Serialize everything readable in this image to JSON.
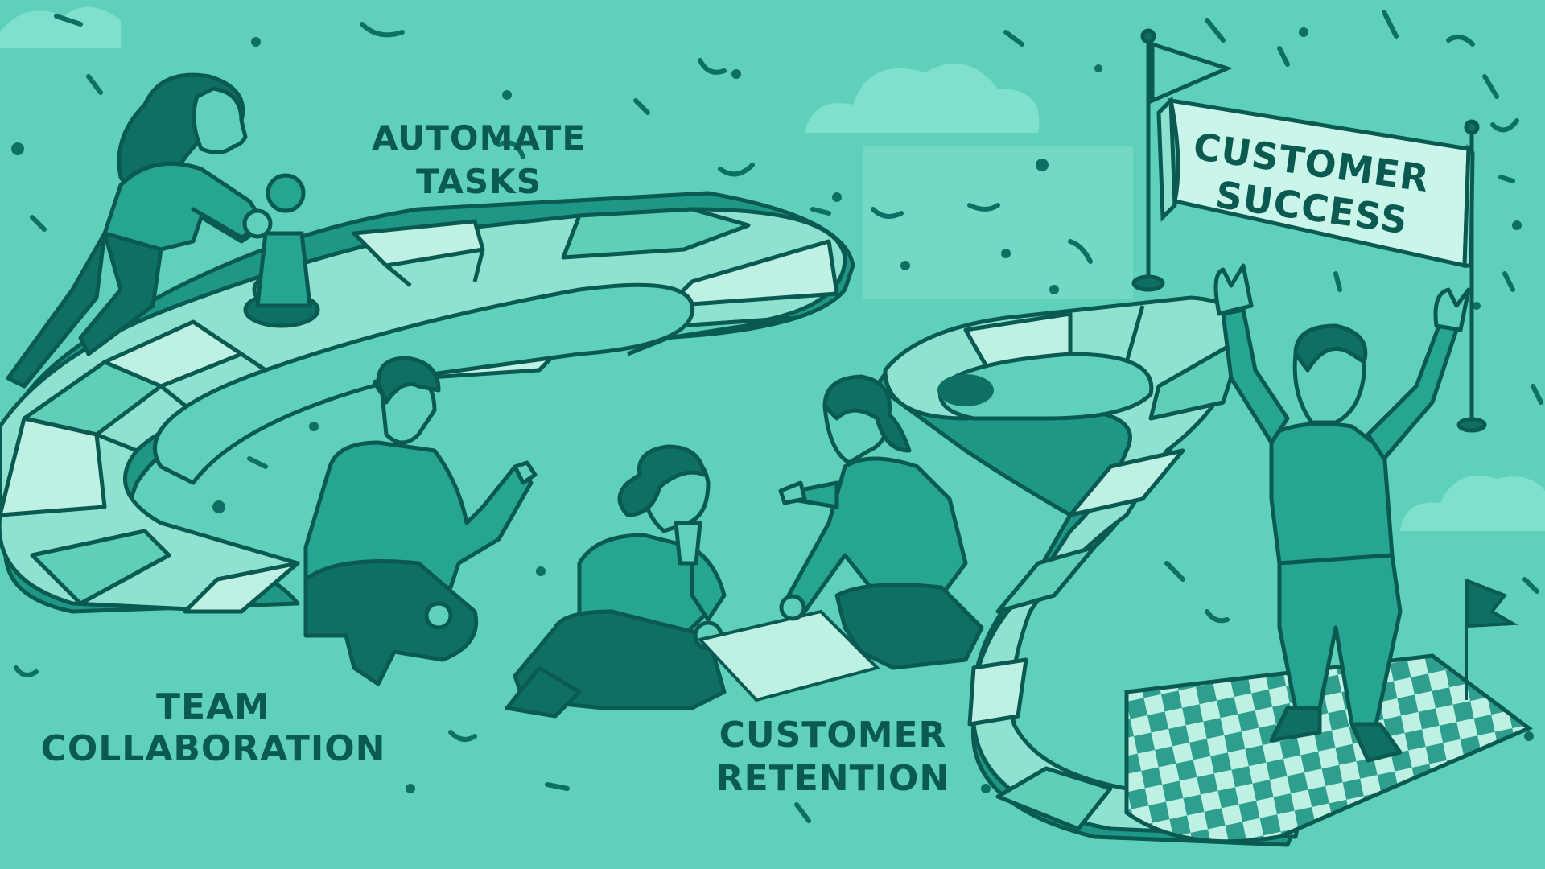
{
  "labels": {
    "automate": [
      "AUTOMATE",
      "TASKS"
    ],
    "team": [
      "TEAM",
      "COLLABORATION"
    ],
    "retention": [
      "CUSTOMER",
      "RETENTION"
    ],
    "success": [
      "CUSTOMER",
      "SUCCESS"
    ]
  },
  "colors": {
    "background": "#5fd1bb",
    "ink": "#0b5a52",
    "tile_light": "#bff0e4",
    "tile_mid": "#7ad8c6",
    "tile_dark": "#3ab5a0",
    "figure": "#26a592",
    "figure_dark": "#0e6f64",
    "banner": "#c9f5ea"
  }
}
